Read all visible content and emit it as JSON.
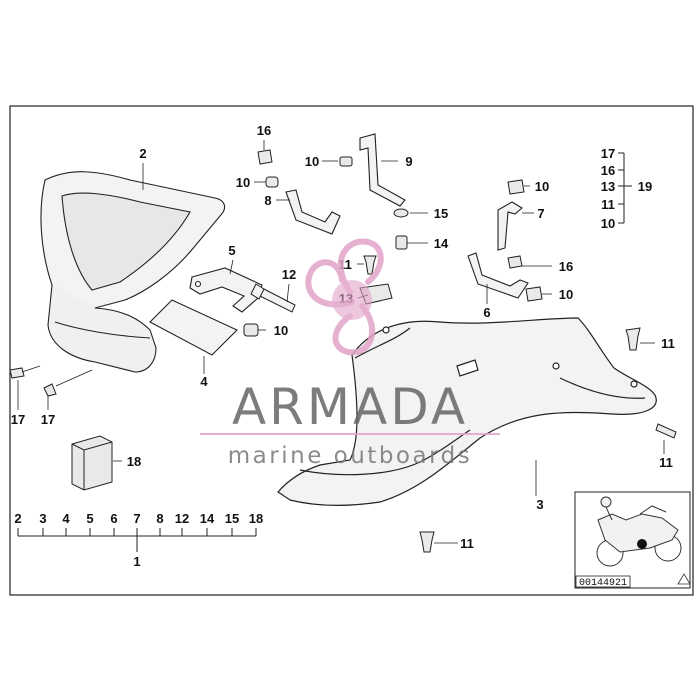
{
  "parts": {
    "p2": "2",
    "p16a": "16",
    "p10a": "10",
    "p9": "9",
    "p10b": "10",
    "p8": "8",
    "p15": "15",
    "p14": "14",
    "p5": "5",
    "p12": "12",
    "p11a": "11",
    "p13": "13",
    "p10c": "10",
    "p4": "4",
    "p17a": "17",
    "p17b": "17",
    "p18": "18",
    "p10d": "10",
    "p7": "7",
    "p16b": "16",
    "p6": "6",
    "p10e": "10",
    "p11b": "11",
    "p11c": "11",
    "p11d": "11",
    "p3": "3",
    "p1": "1"
  },
  "group19": {
    "items": [
      "17",
      "16",
      "13",
      "11",
      "10"
    ],
    "total": "19"
  },
  "group1": {
    "items": [
      "2",
      "3",
      "4",
      "5",
      "6",
      "7",
      "8",
      "12",
      "14",
      "15",
      "18"
    ]
  },
  "inset": {
    "code": "00144921"
  },
  "watermark": {
    "brand": "ARMADA",
    "tagline": "marine outboards"
  },
  "colors": {
    "line": "#222222",
    "part_fill": "#f3f3f3",
    "watermark_pink": "#e2a3c8",
    "watermark_gray": "#666666"
  }
}
